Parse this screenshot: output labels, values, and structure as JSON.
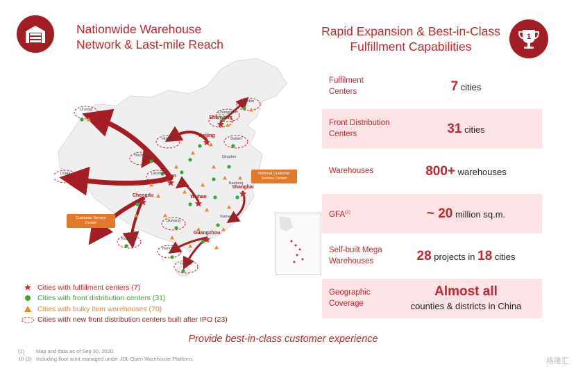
{
  "header": {
    "title_left_line1": "Nationwide Warehouse",
    "title_left_line2": "Network & Last-mile Reach",
    "title_right_line1": "Rapid Expansion & Best-in-Class",
    "title_right_line2": "Fulfillment Capabilities"
  },
  "map": {
    "cities": [
      {
        "name": "Urumqi"
      },
      {
        "name": "Harbin"
      },
      {
        "name": "Changchun"
      },
      {
        "name": "Shenyang"
      },
      {
        "name": "Dalian"
      },
      {
        "name": "Beijing"
      },
      {
        "name": "Hohhot"
      },
      {
        "name": "Yinchuan"
      },
      {
        "name": "Lanzhou"
      },
      {
        "name": "Xi'an"
      },
      {
        "name": "Lhasa"
      },
      {
        "name": "Chengdu"
      },
      {
        "name": "Wuhan"
      },
      {
        "name": "Shanghai"
      },
      {
        "name": "Nantong"
      },
      {
        "name": "Qingdao"
      },
      {
        "name": "Guangzhou"
      },
      {
        "name": "Kunming"
      },
      {
        "name": "Nanning"
      },
      {
        "name": "Haikou"
      },
      {
        "name": "Guiyang"
      },
      {
        "name": "Xiamen"
      }
    ],
    "callouts": {
      "national_line1": "National Customer",
      "national_line2": "Service Center",
      "customer_line1": "Customer Service",
      "customer_line2": "Center"
    },
    "colors": {
      "land": "#efefef",
      "arrow": "#a31d24",
      "star": "#c0282e",
      "dot": "#3aa635",
      "triangle": "#e8892b"
    }
  },
  "legend": [
    {
      "symbol": "star-icon",
      "text": "Cities with fulfillment centers (7)"
    },
    {
      "symbol": "green-dot-icon",
      "text": "Cities with front distribution centers (31)"
    },
    {
      "symbol": "orange-triangle-icon",
      "text": "Cities with bulky item warehouses (70)"
    },
    {
      "symbol": "dashed-ellipse-icon",
      "text": "Cities with new front distribution centers built after IPO (23)"
    }
  ],
  "stats": [
    {
      "label": "Fulfilment Centers",
      "number": "7",
      "suffix": " cities"
    },
    {
      "label": "Front Distribution Centers",
      "number": "31",
      "suffix": " cities"
    },
    {
      "label": "Warehouses",
      "number": "800+",
      "suffix": " warehouses"
    },
    {
      "label": "GFA",
      "label_sup": "(2)",
      "prefix": "~ ",
      "number": "20",
      "suffix": " million sq.m."
    },
    {
      "label": "Self-built Mega Warehouses",
      "number": "28",
      "middle": " projects in ",
      "number2": "18",
      "suffix": " cities"
    },
    {
      "label": "Geographic Coverage",
      "headline": "Almost all",
      "sub": "counties & districts in China"
    }
  ],
  "tagline": "Provide best-in-class customer experience",
  "footnotes": [
    {
      "marker": "(1)",
      "text": "Map and data as of Sep 30, 2020."
    },
    {
      "marker": "(2)",
      "text": "Including floor area managed under JDL Open Warehouse Platform."
    }
  ],
  "page_number": "10",
  "watermark": "格隆汇"
}
